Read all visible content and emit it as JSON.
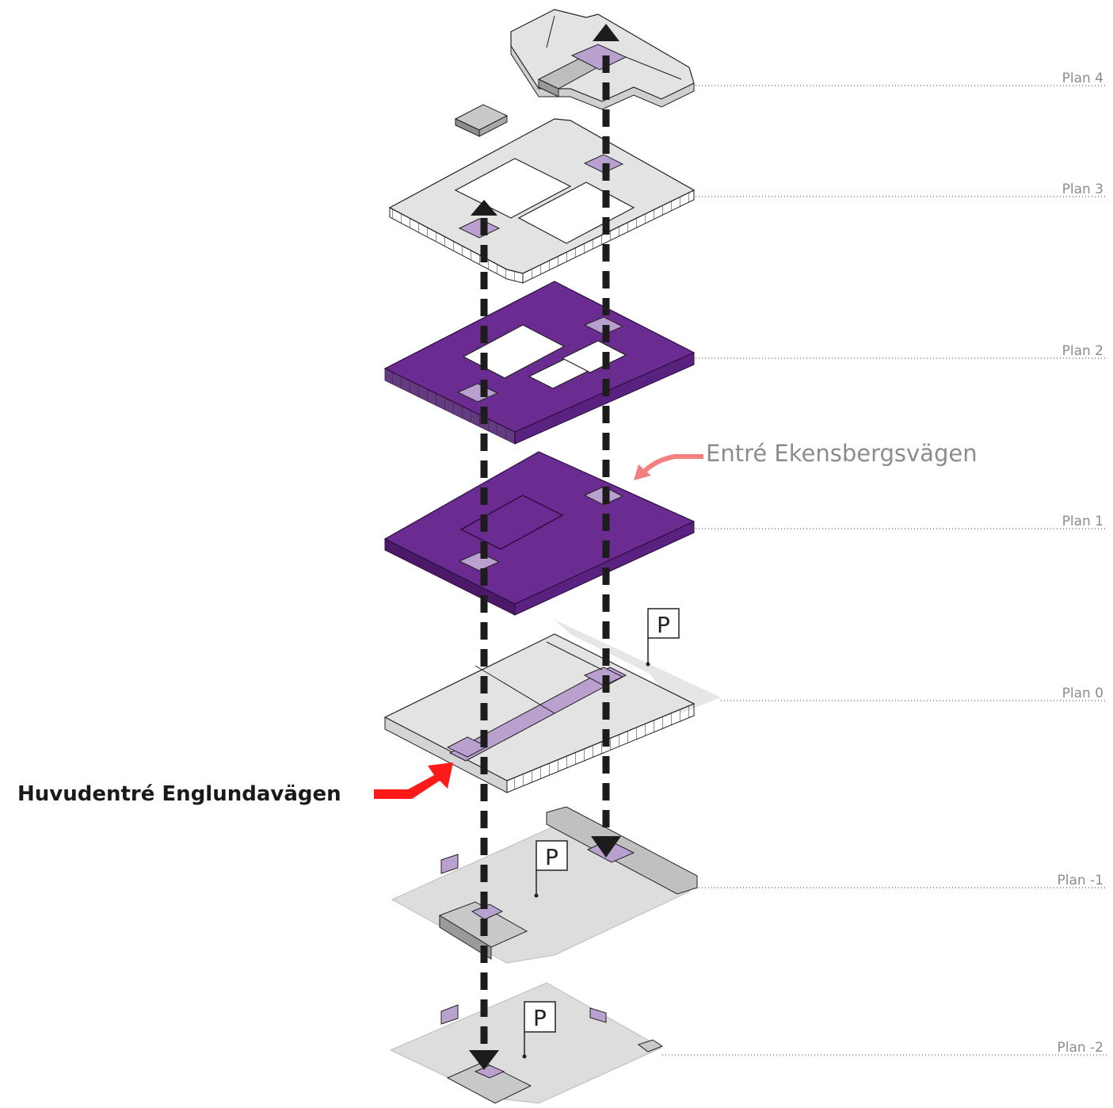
{
  "levels": [
    {
      "label": "Plan 4",
      "style": "white"
    },
    {
      "label": "Plan 3",
      "style": "white"
    },
    {
      "label": "Plan 2",
      "style": "purple"
    },
    {
      "label": "Plan 1",
      "style": "purple"
    },
    {
      "label": "Plan 0",
      "style": "white"
    },
    {
      "label": "Plan -1",
      "style": "grey"
    },
    {
      "label": "Plan -2",
      "style": "grey"
    }
  ],
  "entrances": {
    "secondary": "Entré Ekensbergsvägen",
    "main": "Huvudentré Englundavägen"
  },
  "parking_marker": "P",
  "colors": {
    "purple": "#6b2c91",
    "purple_dark": "#4a1a68",
    "lilac": "#b9a0cf",
    "floor_white": "#e3e3e3",
    "floor_grey": "#dddddd",
    "arrow": "#1c1c1c",
    "entrance_main_arrow": "#ff1a1a",
    "entrance_secondary_arrow": "#f47f7f",
    "label": "#8c8c8c"
  }
}
